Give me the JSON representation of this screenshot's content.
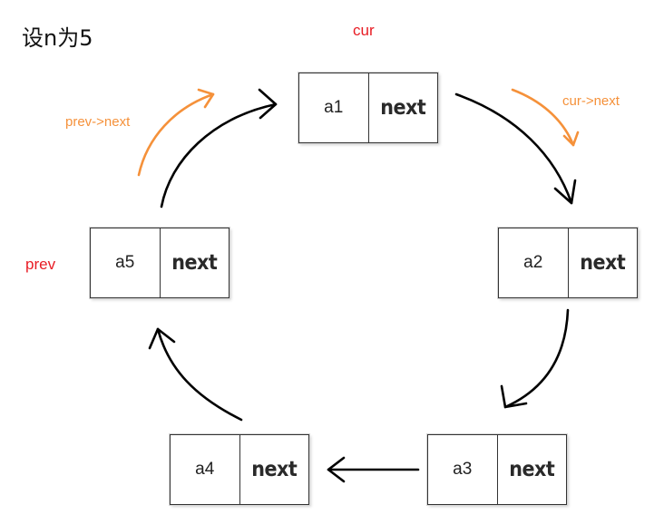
{
  "title": "设n为5",
  "labels": {
    "cur": "cur",
    "prev": "prev",
    "cur_next": "cur->next",
    "prev_next": "prev->next"
  },
  "nodes": [
    {
      "data": "a1",
      "next": "next"
    },
    {
      "data": "a2",
      "next": "next"
    },
    {
      "data": "a3",
      "next": "next"
    },
    {
      "data": "a4",
      "next": "next"
    },
    {
      "data": "a5",
      "next": "next"
    }
  ],
  "colors": {
    "pointer_label": "#e81c24",
    "link_label": "#f5913a",
    "arrow": "#000000"
  }
}
